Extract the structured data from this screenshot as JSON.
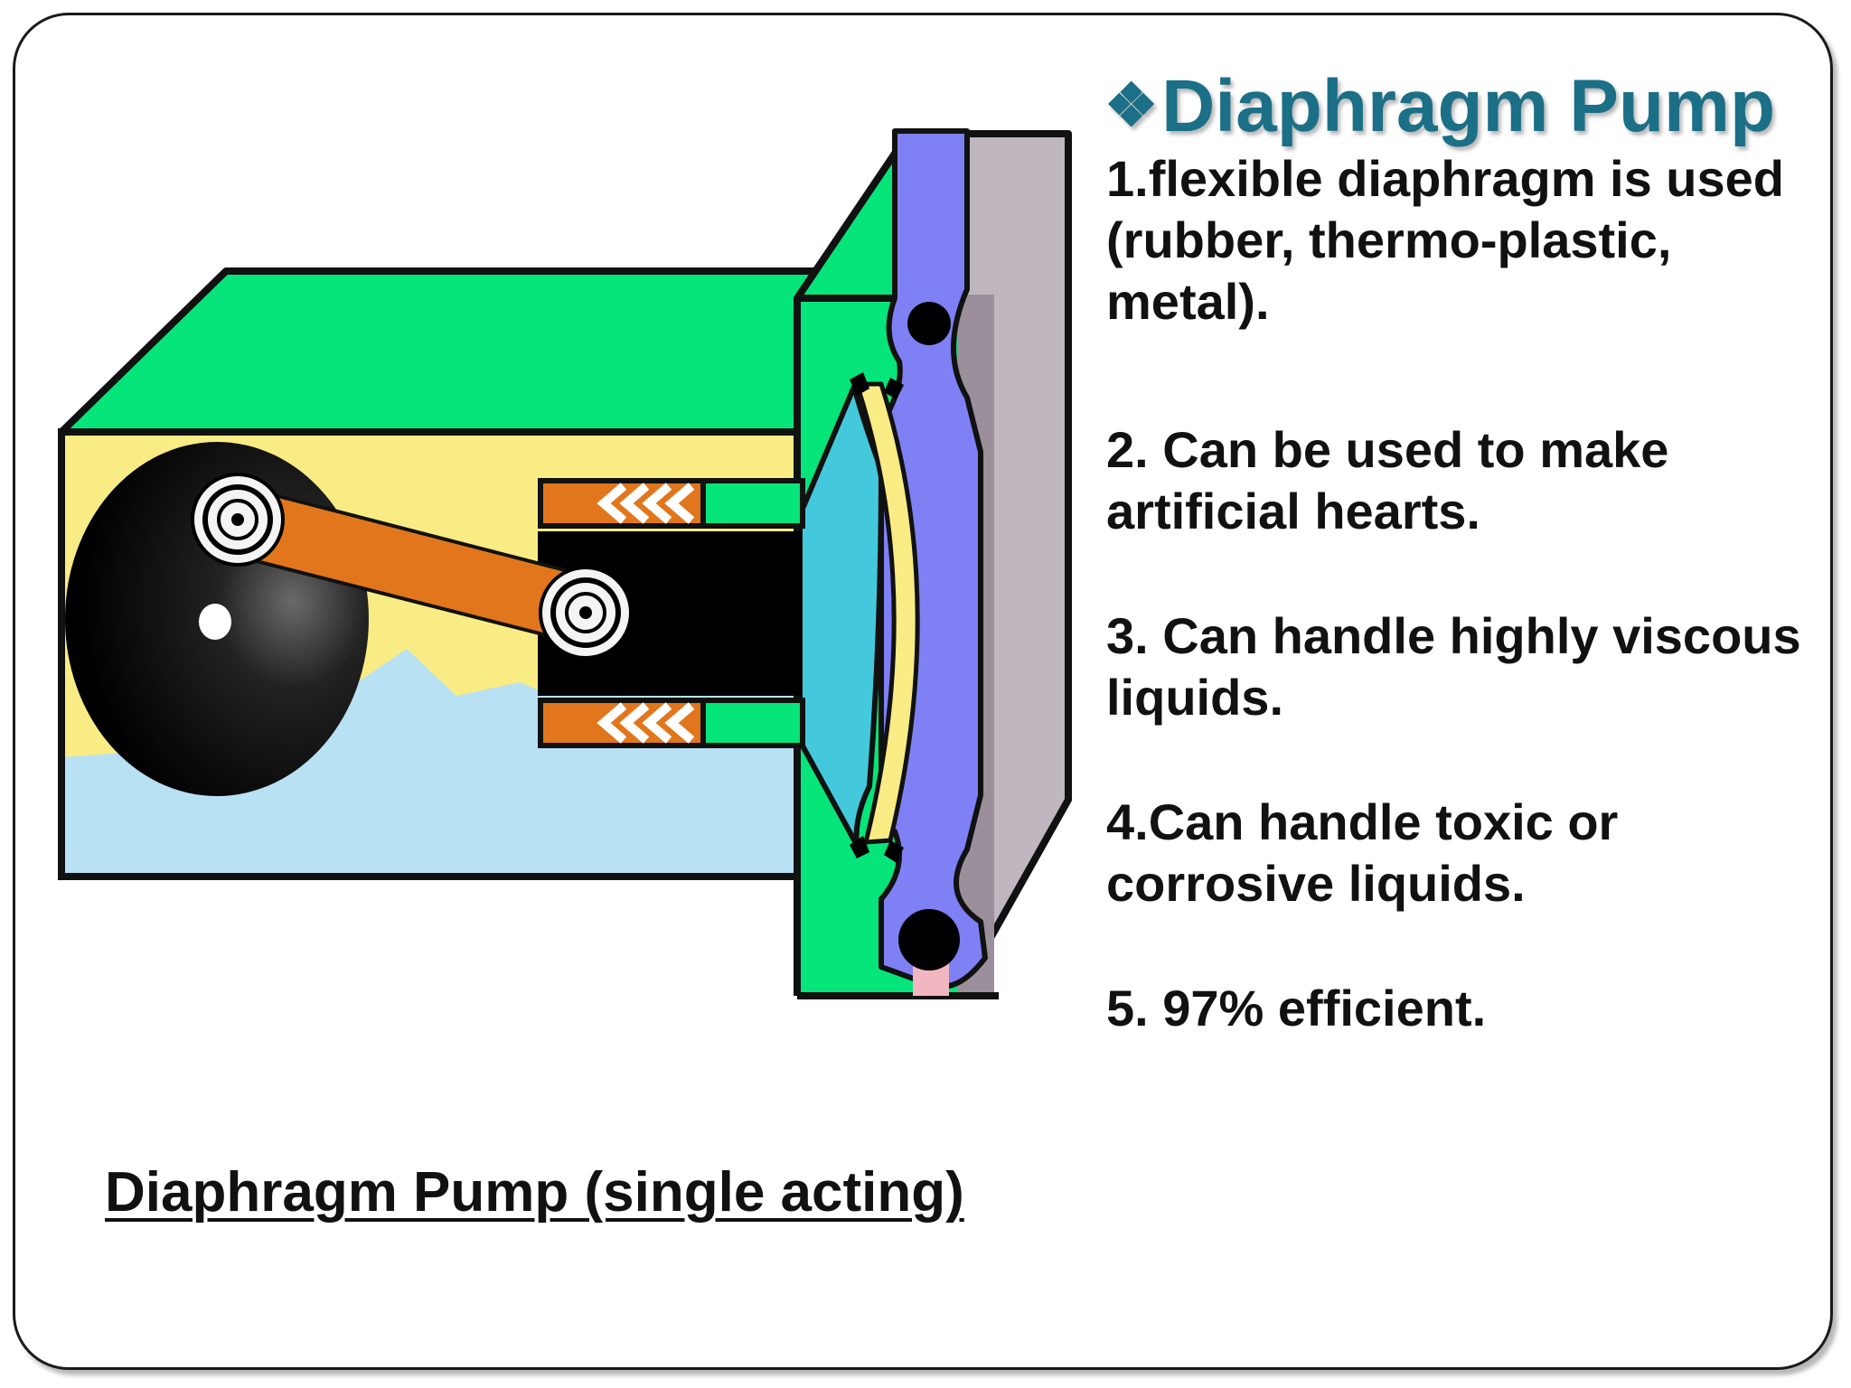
{
  "slide": {
    "title_bullet": "❖",
    "title": "Diaphragm Pump",
    "points": [
      "1.flexible diaphragm is used (rubber, thermo-plastic, metal).",
      "2. Can be used to make artificial hearts.",
      "3. Can handle highly viscous liquids.",
      "4.Can handle toxic or corrosive liquids.",
      "5. 97% efficient."
    ],
    "caption": "Diaphragm Pump (single acting)"
  },
  "colors": {
    "title": "#1b6f86",
    "housing_green": "#05e57a",
    "diaphragm_blue": "#7f80f4",
    "chamber_cyan": "#44c8dc",
    "connecting_rod": "#e2761c",
    "crankcase_yellow": "#f9ec84",
    "crankcase_liquid": "#b8e1f4",
    "body_gray": "#bfb6c0"
  }
}
